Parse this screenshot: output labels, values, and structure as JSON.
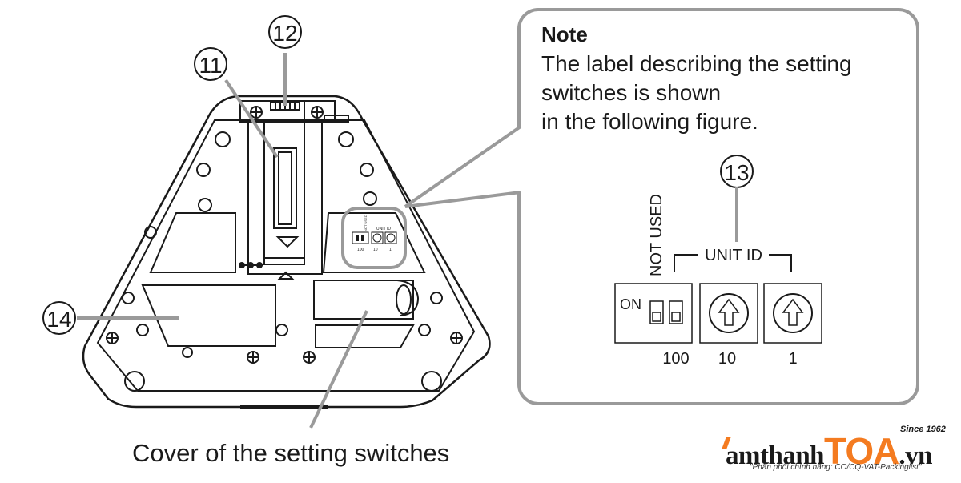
{
  "callouts": {
    "c11": "11",
    "c12": "12",
    "c13": "13",
    "c14": "14"
  },
  "note": {
    "title": "Note",
    "line1": "The label describing the setting",
    "line2": "switches is shown",
    "line3": "in the following figure."
  },
  "label": {
    "not_used": "NOT USED",
    "unit_id": "UNIT ID",
    "on": "ON",
    "val_100": "100",
    "val_10": "10",
    "val_1": "1"
  },
  "small_label": {
    "not_used": "NOT USED",
    "unit_id": "UNIT ID",
    "val_100": "100",
    "val_10": "10",
    "val_1": "1"
  },
  "caption": "Cover of the setting switches",
  "brand": {
    "prefix": "amthanh",
    "name": "TOA",
    "suffix": ".vn",
    "since": "Since 1962",
    "tagline": "\"Phân phối chính hãng: CO/CQ-VAT-Packinglist\""
  },
  "colors": {
    "line": "#1a1a1a",
    "callout_gray": "#9a9a9a",
    "brand_orange": "#f47b20"
  }
}
